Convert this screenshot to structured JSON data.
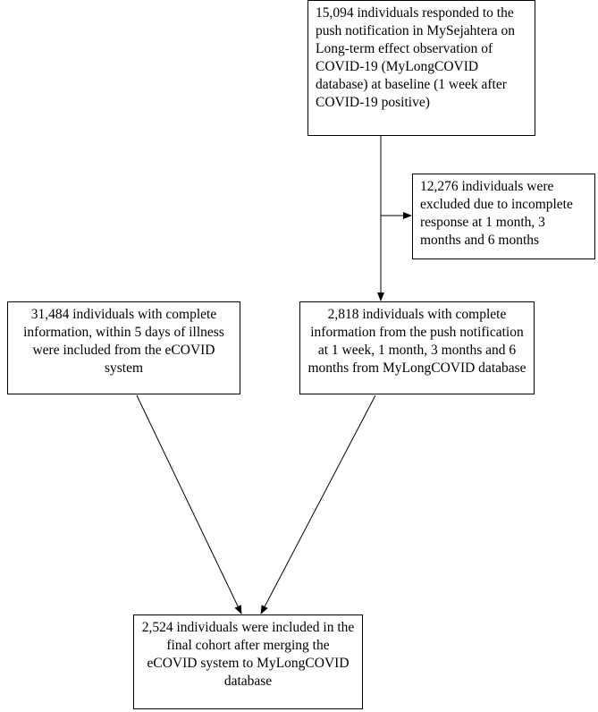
{
  "flowchart": {
    "baseline_box": {
      "text": "15,094 individuals responded to the push notification in MySejahtera on Long-term effect observation of COVID-19 (MyLongCOVID database) at baseline (1 week after COVID-19 positive)"
    },
    "excluded_box": {
      "text": "12,276 individuals were excluded due to incomplete response at 1 month, 3 months and 6 months"
    },
    "ecovid_box": {
      "text": "31,484 individuals with complete information, within 5 days of illness were included from the eCOVID system"
    },
    "complete_box": {
      "text": "2,818 individuals with complete information from the push notification at 1 week, 1 month, 3 months and 6 months from MyLongCOVID database"
    },
    "final_box": {
      "text": "2,524 individuals were included in the final cohort after merging the eCOVID system to MyLongCOVID database"
    }
  },
  "colors": {
    "line": "#000000",
    "box_border": "#000000",
    "background": "#ffffff"
  }
}
